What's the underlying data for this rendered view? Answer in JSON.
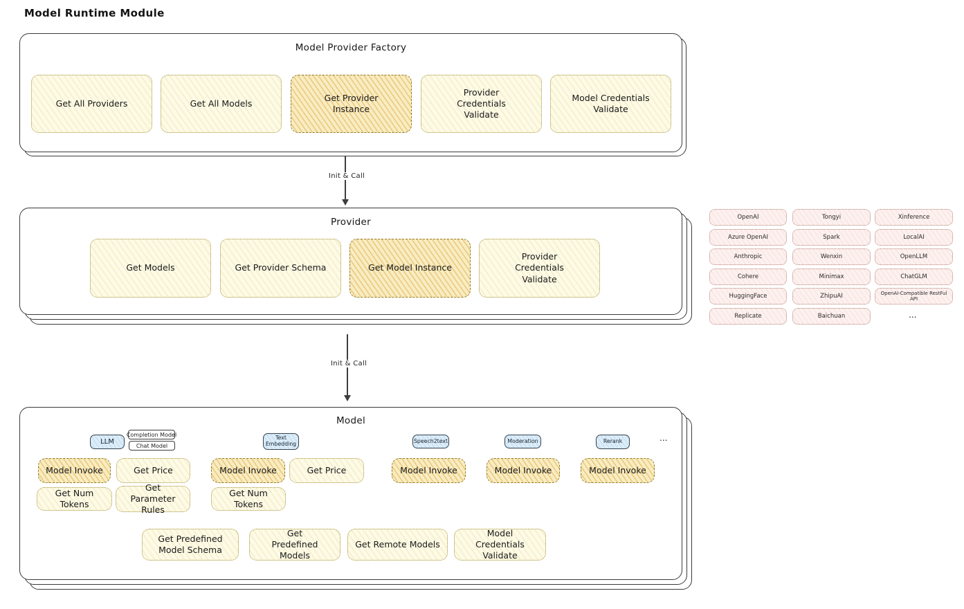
{
  "page": {
    "title": "Model Runtime Module"
  },
  "palette": {
    "box_yellow": "#fdfae5",
    "box_orange": "#f9ecc2",
    "chip_pink": "#fdf1ef",
    "badge_blue": "#dcedf9",
    "stroke_dark": "#3a3a3a"
  },
  "flow": {
    "arrow1_label": "Init & Call",
    "arrow2_label": "Init & Call"
  },
  "factory": {
    "title": "Model Provider Factory",
    "items": [
      {
        "label": "Get All Providers"
      },
      {
        "label": "Get All Models"
      },
      {
        "label": "Get Provider Instance"
      },
      {
        "label": "Provider Credentials Validate"
      },
      {
        "label": "Model Credentials Validate"
      }
    ]
  },
  "provider": {
    "title": "Provider",
    "items": [
      {
        "label": "Get Models"
      },
      {
        "label": "Get Provider Schema"
      },
      {
        "label": "Get Model Instance"
      },
      {
        "label": "Provider Credentials Validate"
      }
    ]
  },
  "vendors": {
    "col1": [
      "OpenAI",
      "Azure OpenAI",
      "Anthropic",
      "Cohere",
      "HuggingFace",
      "Replicate"
    ],
    "col2": [
      "Tongyi",
      "Spark",
      "Wenxin",
      "Minimax",
      "ZhipuAI",
      "Baichuan"
    ],
    "col3": [
      "Xinference",
      "LocalAI",
      "OpenLLM",
      "ChatGLM",
      "OpenAI-Compatible RestFul API"
    ],
    "more": "..."
  },
  "model": {
    "title": "Model",
    "badges": {
      "llm": "LLM",
      "completion": "Completion Model",
      "chat": "Chat Model",
      "embedding": "Text Embedding",
      "speech": "Speech2text",
      "moderation": "Moderation",
      "rerank": "Rerank",
      "more": "..."
    },
    "llm_ops": {
      "invoke": "Model Invoke",
      "price": "Get Price",
      "tokens": "Get Num Tokens",
      "params": "Get Parameter Rules"
    },
    "embedding_ops": {
      "invoke": "Model Invoke",
      "price": "Get Price",
      "tokens": "Get Num Tokens"
    },
    "speech_ops": {
      "invoke": "Model Invoke"
    },
    "moderation_ops": {
      "invoke": "Model Invoke"
    },
    "rerank_ops": {
      "invoke": "Model Invoke"
    },
    "common_ops": [
      {
        "label": "Get Predefined Model Schema"
      },
      {
        "label": "Get Predefined Models"
      },
      {
        "label": "Get Remote Models"
      },
      {
        "label": "Model Credentials Validate"
      }
    ]
  }
}
